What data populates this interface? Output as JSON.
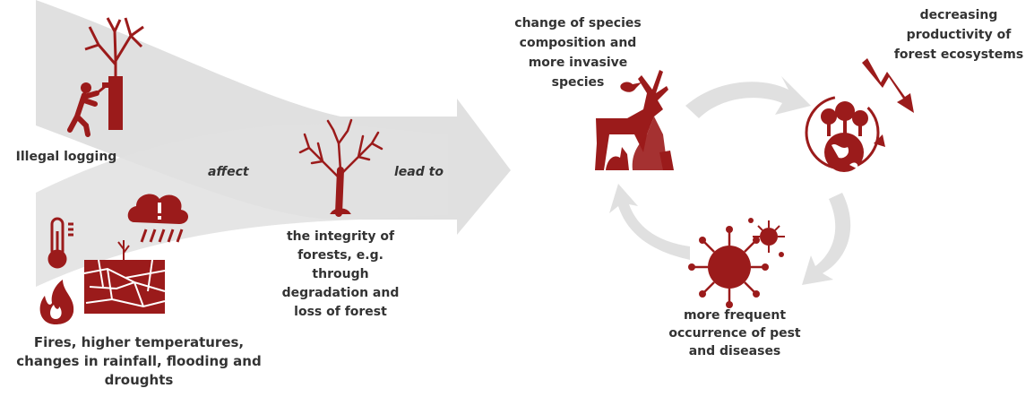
{
  "colors": {
    "icon": "#9b1b1b",
    "arrow": "#e0e0e0",
    "text": "#333333"
  },
  "causes": {
    "logging": "Illegal logging",
    "climate": "Fires, higher temperatures, changes in rainfall, flooding and droughts"
  },
  "verbs": {
    "affect": "affect",
    "lead_to": "lead to"
  },
  "center": {
    "text": "the integrity of forests, e.g. through degradation and loss of forest"
  },
  "effects": {
    "species": "change of species composition and more invasive species",
    "productivity": "decreasing productivity of forest ecosystems",
    "pests": "more frequent occurrence of pest and diseases"
  },
  "icons": {
    "logger": "logger-icon",
    "bare_tree": "bare-tree-icon",
    "thermometer": "thermometer-icon",
    "storm_cloud": "storm-cloud-icon",
    "fire": "fire-icon",
    "dry_ground": "cracked-ground-icon",
    "dead_tree": "dead-tree-icon",
    "animals": "animals-icon",
    "ecosystem": "forest-globe-icon",
    "decline": "decline-arrow-icon",
    "virus": "virus-icon"
  }
}
